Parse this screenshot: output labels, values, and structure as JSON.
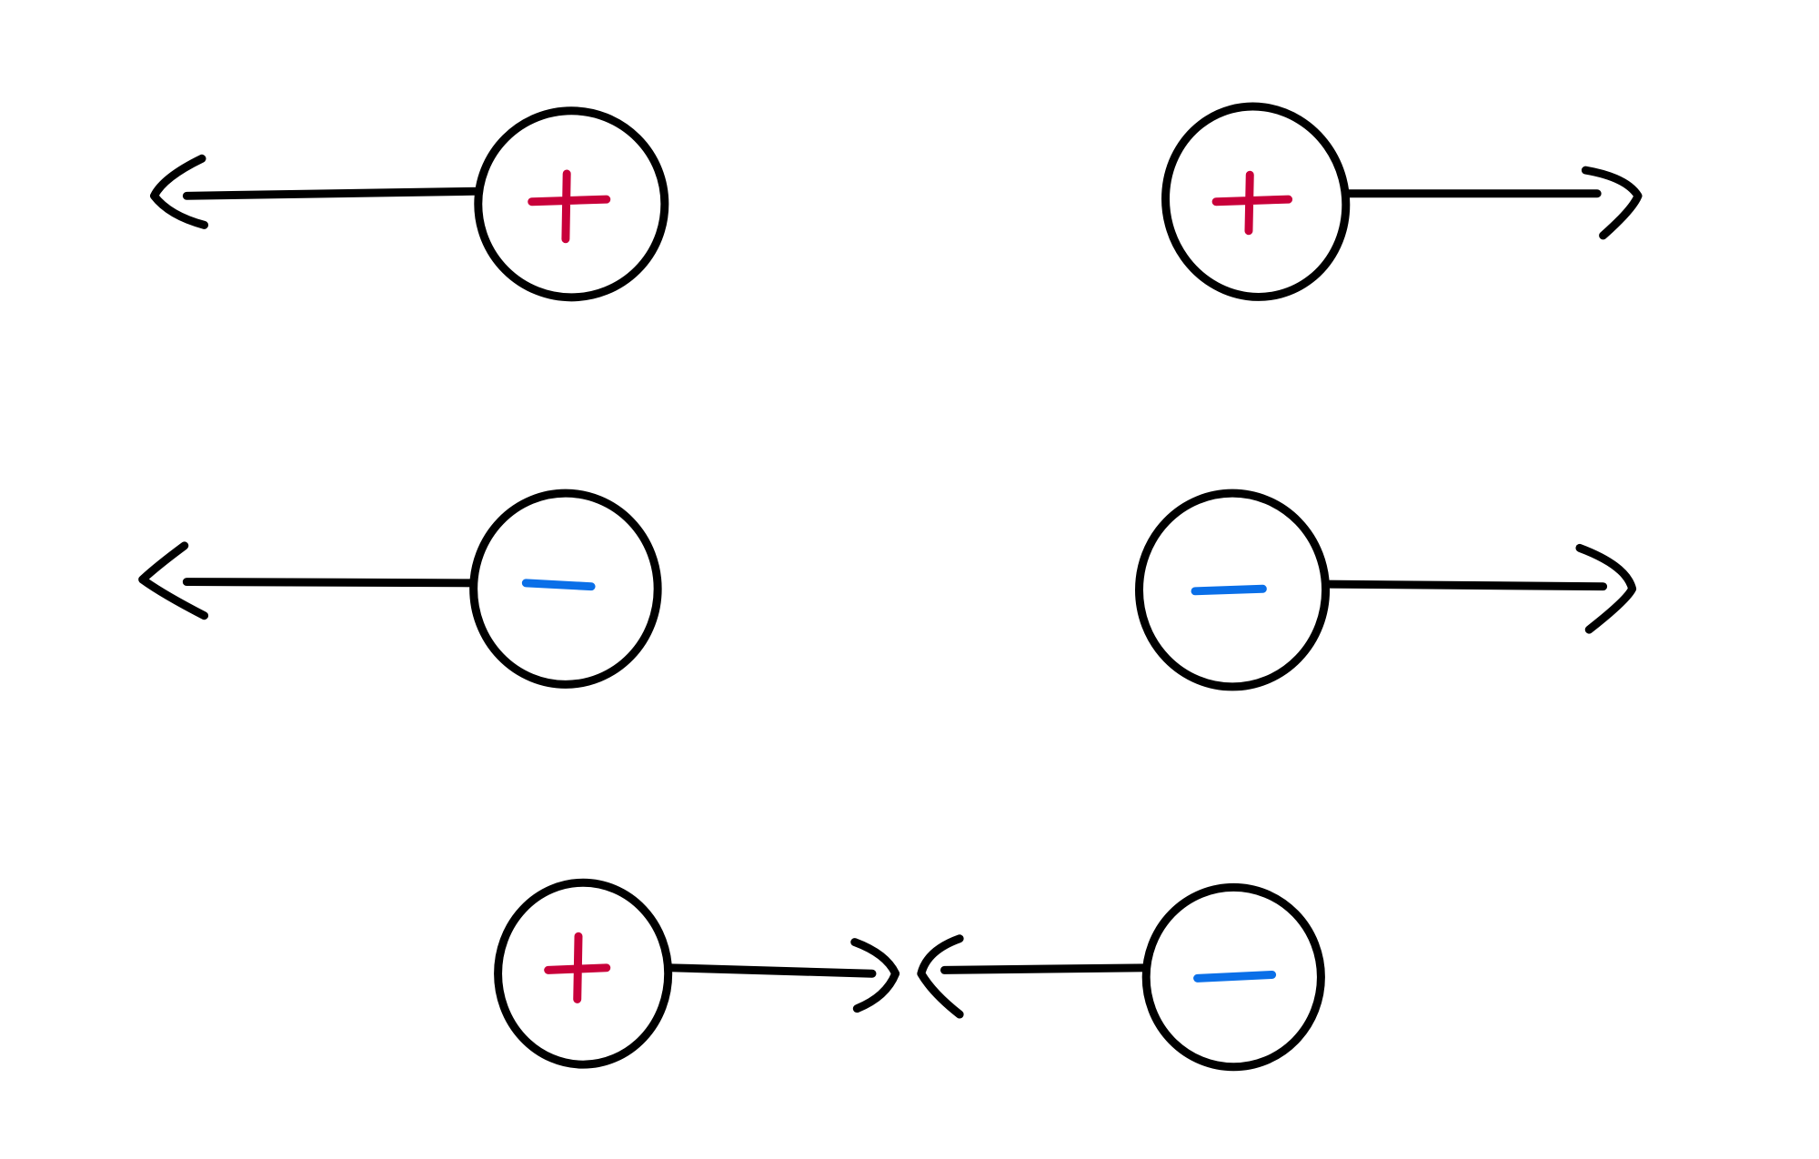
{
  "colors": {
    "positive": "#c8003a",
    "negative": "#0a6fe8",
    "outline": "#000000",
    "background": "#ffffff"
  },
  "rows": [
    {
      "charges": [
        {
          "sign": "positive",
          "arrow": "left"
        },
        {
          "sign": "positive",
          "arrow": "right"
        }
      ],
      "interaction": "repel"
    },
    {
      "charges": [
        {
          "sign": "negative",
          "arrow": "left"
        },
        {
          "sign": "negative",
          "arrow": "right"
        }
      ],
      "interaction": "repel"
    },
    {
      "charges": [
        {
          "sign": "positive",
          "arrow": "right"
        },
        {
          "sign": "negative",
          "arrow": "left"
        }
      ],
      "interaction": "attract"
    }
  ]
}
